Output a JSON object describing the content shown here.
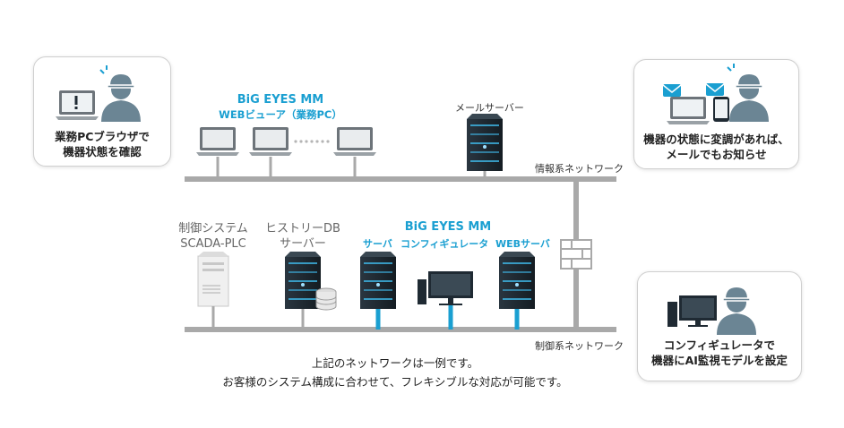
{
  "cards": {
    "browser_check": {
      "line1": "業務PCブラウザで",
      "line2": "機器状態を確認"
    },
    "mail_notify": {
      "line1": "機器の状態に変調があれば、",
      "line2": "メールでもお知らせ"
    },
    "configurator": {
      "line1": "コンフィギュレータで",
      "line2": "機器にAI監視モデルを設定"
    }
  },
  "info_network": {
    "label": "情報系ネットワーク",
    "viewer_title": "BiG EYES MM",
    "viewer_subtitle": "WEBビューア（業務PC）",
    "mail_server": "メールサーバー"
  },
  "control_network": {
    "label": "制御系ネットワーク",
    "scada_line1": "制御システム",
    "scada_line2": "SCADA-PLC",
    "historian_line1": "ヒストリーDB",
    "historian_line2": "サーバー",
    "bigeyes_title": "BiG EYES MM",
    "server": "サーバ",
    "configurator": "コンフィギュレータ",
    "web_server": "WEBサーバ"
  },
  "caption": {
    "line1": "上記のネットワークは一例です。",
    "line2": "お客様のシステム構成に合わせて、フレキシブルな対応が可能です。"
  },
  "colors": {
    "accent": "#1a9fd1",
    "line": "#a9a9a9",
    "server": "#1f2a33",
    "person": "#6b8594"
  }
}
